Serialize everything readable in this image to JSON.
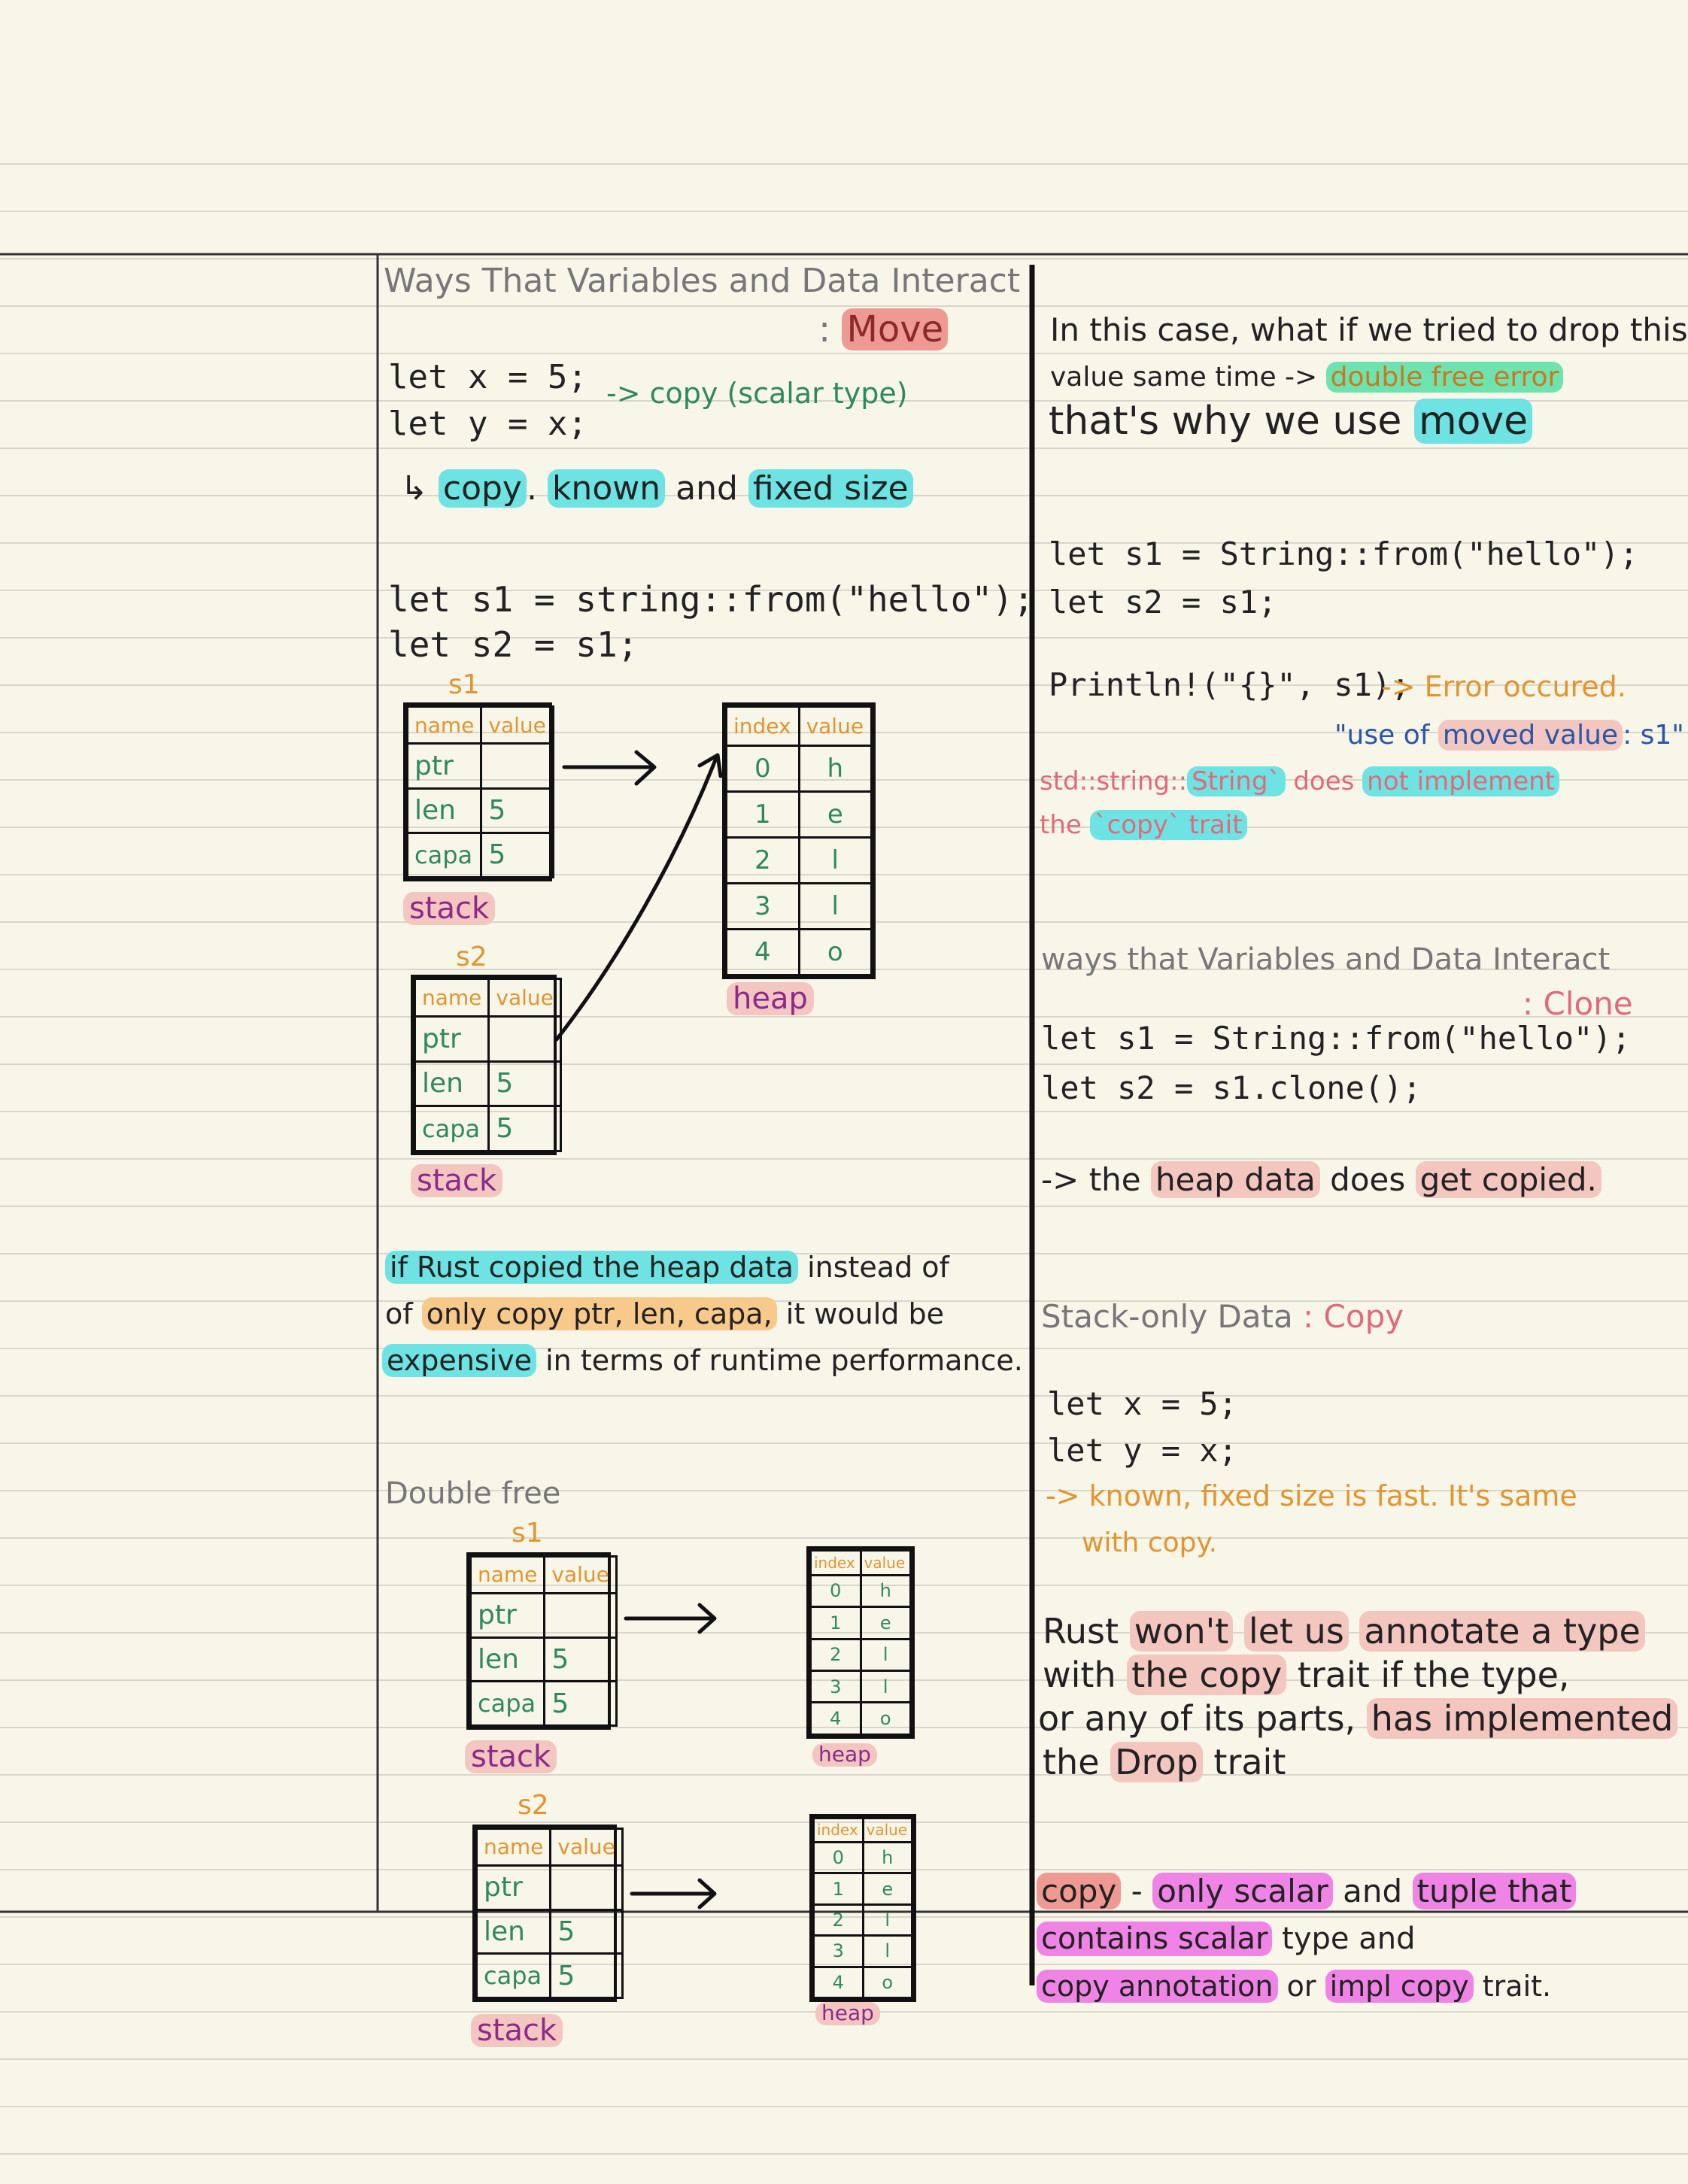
{
  "left": {
    "title": "Ways That Variables and Data Interact",
    "subtitle_prefix": ":",
    "subtitle": "Move",
    "code1_line1": "let x = 5;",
    "code1_line2": "let y = x;",
    "code1_note": "-> copy (scalar type)",
    "copy_note_arrow": "↳",
    "copy_note_copy": "copy",
    "copy_note_known": "known",
    "copy_note_and": "and",
    "copy_note_fixed": "fixed size",
    "code2_line1": "let s1 = string::from(\"hello\");",
    "code2_line2": "let s2 = s1;",
    "diag1": {
      "s1_label": "s1",
      "s2_label": "s2",
      "stack_label": "stack",
      "heap_label": "heap",
      "stack_rows": [
        [
          "name",
          "value"
        ],
        [
          "ptr",
          ""
        ],
        [
          "len",
          "5"
        ],
        [
          "capa",
          "5"
        ]
      ],
      "heap_rows": [
        [
          "index",
          "value"
        ],
        [
          "0",
          "h"
        ],
        [
          "1",
          "e"
        ],
        [
          "2",
          "l"
        ],
        [
          "3",
          "l"
        ],
        [
          "4",
          "o"
        ]
      ]
    },
    "para_part1": "if Rust copied the heap data",
    "para_part2": "instead of",
    "para_part3": "of",
    "para_part4": "only copy ptr, len, capa,",
    "para_part5": "it would be",
    "para_part6": "expensive",
    "para_part7": "in terms of runtime performance.",
    "double_free_title": "Double free"
  },
  "right": {
    "drop_line1": "In this case, what if we tried to drop this",
    "drop_line2a": "value same time ->",
    "drop_line2b": "double free error",
    "drop_line3a": "that's why we use",
    "drop_line3b": "move",
    "code3_line1": "let s1 = String::from(\"hello\");",
    "code3_line2": "let s2 = s1;",
    "code3_line3": "Println!(\"{}\", s1);",
    "code3_err": "-> Error occured.",
    "err_quote_a": "\"use of",
    "err_quote_b": "moved value",
    "err_quote_c": ": s1\"",
    "err_line1a": "std::string::",
    "err_line1b": "String`",
    "err_line1c": "does",
    "err_line1d": "not implement",
    "err_line2a": "the",
    "err_line2b": "`copy` trait",
    "clone_title": "ways that Variables and Data Interact",
    "clone_sub": ": Clone",
    "code4_line1": "let s1 = String::from(\"hello\");",
    "code4_line2": "let s2 = s1.clone();",
    "clone_note_a": "-> the",
    "clone_note_b": "heap data",
    "clone_note_c": "does",
    "clone_note_d": "get copied.",
    "stack_title": "Stack-only Data",
    "stack_sub": ": Copy",
    "code5_line1": "let x = 5;",
    "code5_line2": "let y = x;",
    "code5_note1": "-> known, fixed size is fast. It's same",
    "code5_note2": "with copy.",
    "rust_line1a": "Rust",
    "rust_line1b": "won't",
    "rust_line1c": "let us",
    "rust_line1d": "annotate a type",
    "rust_line2a": "with",
    "rust_line2b": "the copy",
    "rust_line2c": "trait if the type,",
    "rust_line3a": "or any of its parts,",
    "rust_line3b": "has implemented",
    "rust_line4a": "the",
    "rust_line4b": "Drop",
    "rust_line4c": "trait",
    "copy_line1a": "copy",
    "copy_line1b": "-",
    "copy_line1c": "only scalar",
    "copy_line1d": "and",
    "copy_line1e": "tuple that",
    "copy_line2a": "contains scalar",
    "copy_line2b": "type and",
    "copy_line3a": "copy annotation",
    "copy_line3b": "or",
    "copy_line3c": "impl copy",
    "copy_line3d": "trait."
  },
  "colors": {
    "paper": "#f8f5e9",
    "rule": "#d9d6cb",
    "cyan": "#6ee3e3",
    "orange": "#f7c98a",
    "pink": "#f4c6c0",
    "magenta": "#f084e6"
  }
}
